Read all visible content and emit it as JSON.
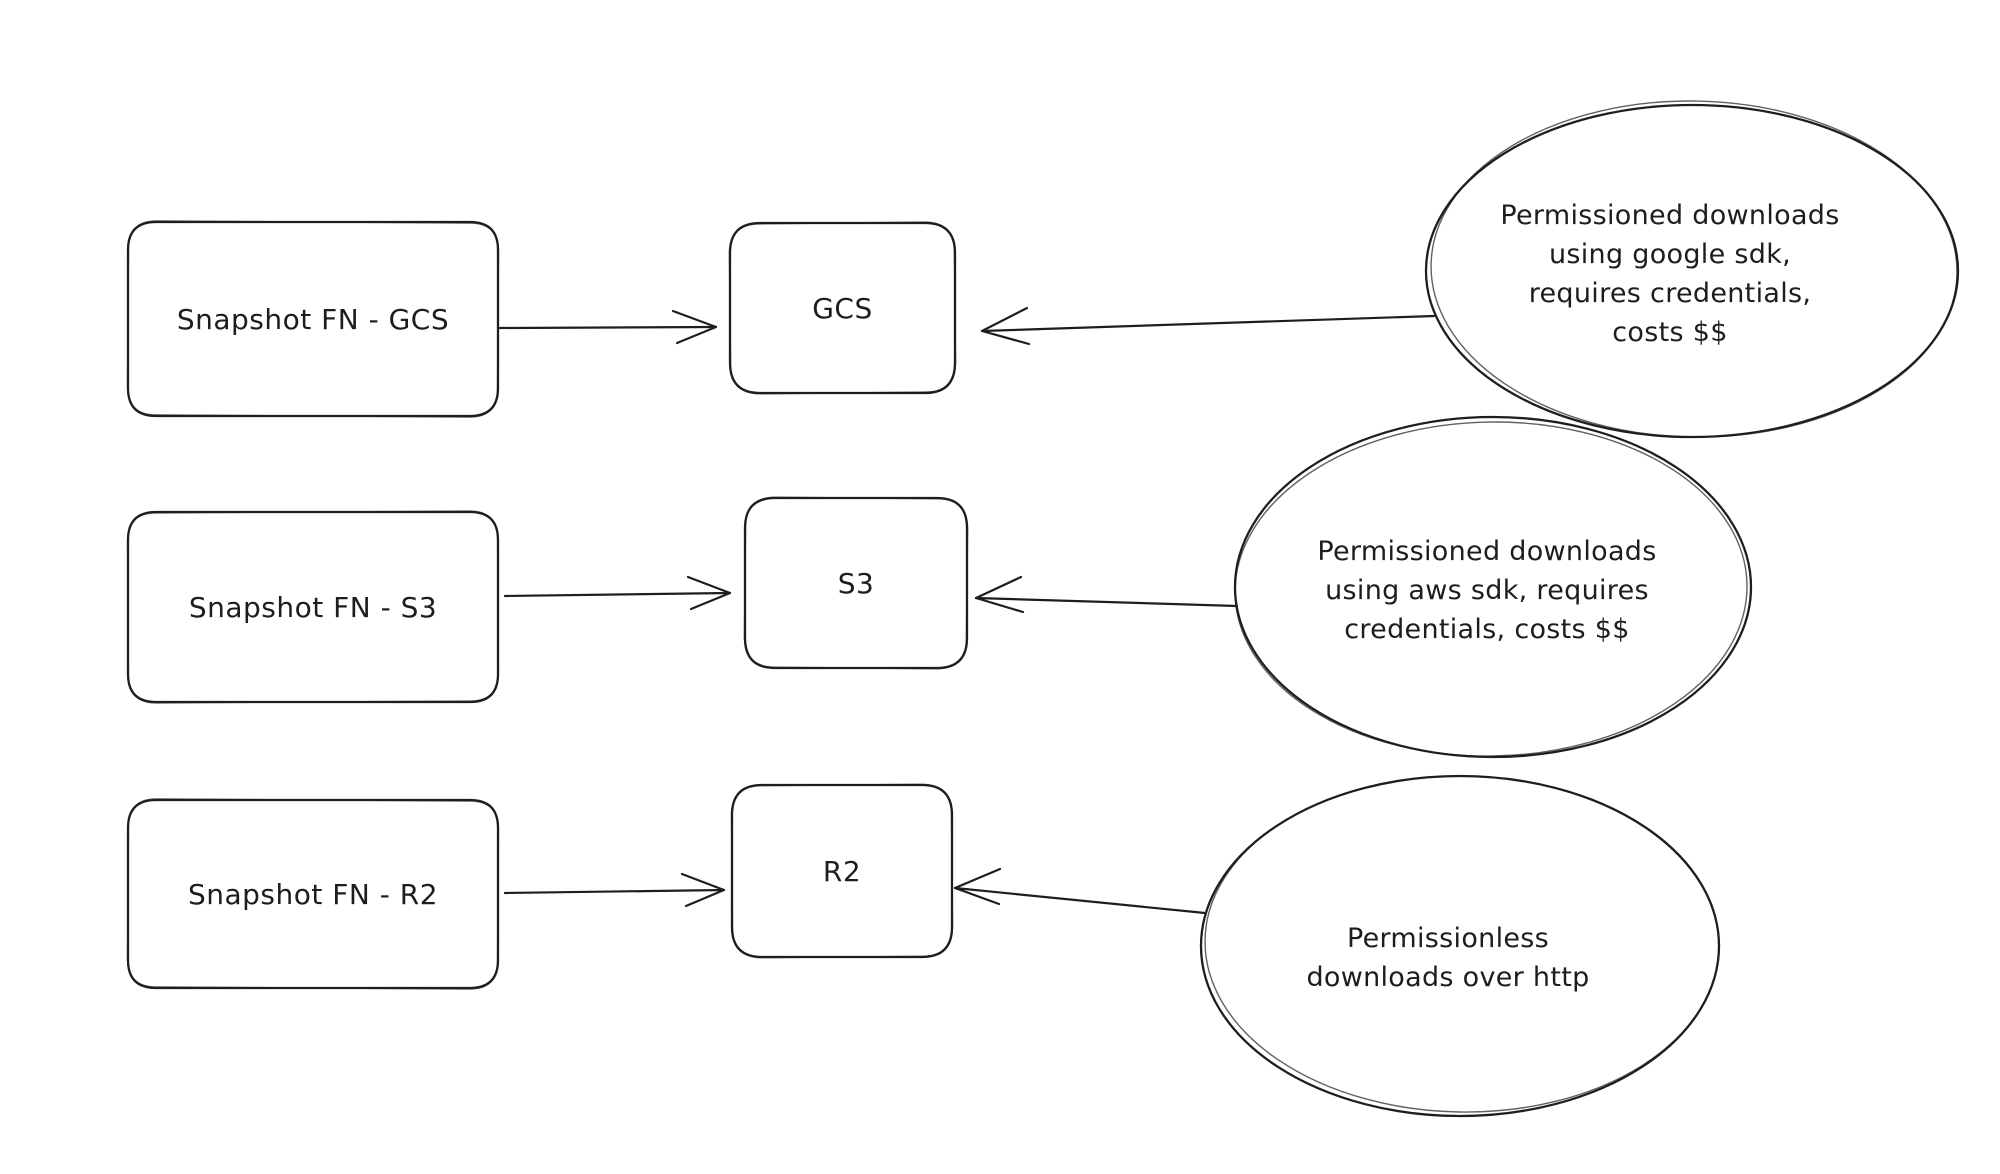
{
  "canvas": {
    "background": "#ffffff",
    "stroke_color": "#1e1e1e",
    "text_color": "#1d1d1d"
  },
  "rows": [
    {
      "source": {
        "label": "Snapshot FN - GCS"
      },
      "target": {
        "label": "GCS"
      },
      "annotation": {
        "lines": [
          "Permissioned downloads",
          "using google sdk,",
          "requires credentials,",
          "costs $$"
        ]
      }
    },
    {
      "source": {
        "label": "Snapshot FN - S3"
      },
      "target": {
        "label": "S3"
      },
      "annotation": {
        "lines": [
          "Permissioned downloads",
          "using aws sdk, requires",
          "credentials, costs $$"
        ]
      }
    },
    {
      "source": {
        "label": "Snapshot FN - R2"
      },
      "target": {
        "label": "R2"
      },
      "annotation": {
        "lines": [
          "Permissionless",
          "downloads over http"
        ]
      }
    }
  ]
}
